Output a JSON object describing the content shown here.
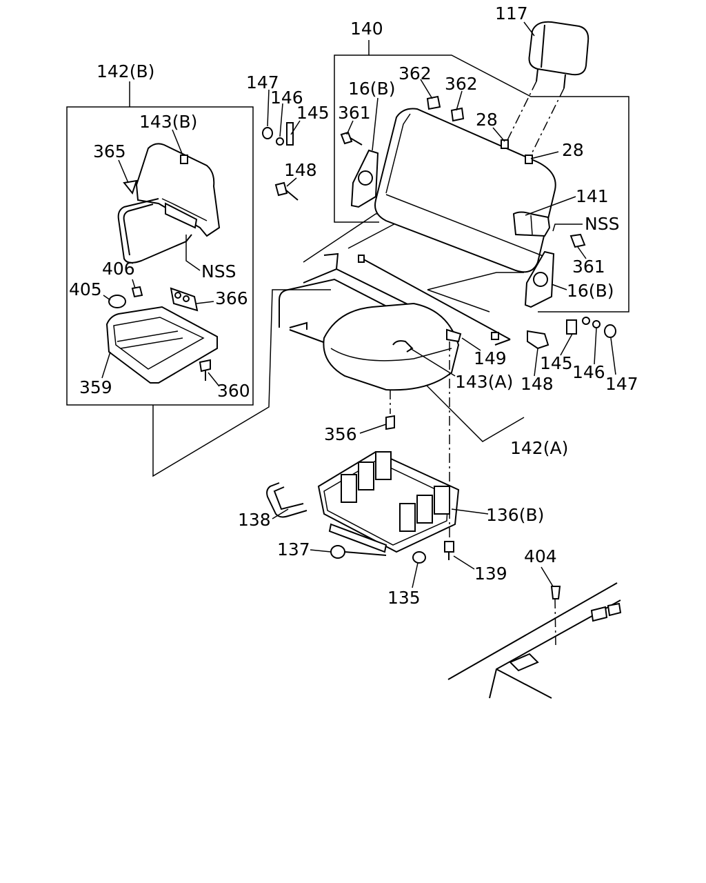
{
  "labels": {
    "l117": "117",
    "l140": "140",
    "l142b": "142(B)",
    "l147a": "147",
    "l146a": "146",
    "l145a": "145",
    "l16ba": "16(B)",
    "l362a": "362",
    "l362b": "362",
    "l361a": "361",
    "l28a": "28",
    "l28b": "28",
    "l143b": "143(B)",
    "l365": "365",
    "l148a": "148",
    "l141": "141",
    "lnss_a": "NSS",
    "l361b": "361",
    "lnss_b": "NSS",
    "l406": "406",
    "l405": "405",
    "l366": "366",
    "l16bb": "16(B)",
    "l149": "149",
    "l145b": "145",
    "l146b": "146",
    "l147b": "147",
    "l143a": "143(A)",
    "l148b": "148",
    "l359": "359",
    "l360": "360",
    "l356": "356",
    "l142a": "142(A)",
    "l138": "138",
    "l136b": "136(B)",
    "l137": "137",
    "l139": "139",
    "l135": "135",
    "l404": "404"
  }
}
